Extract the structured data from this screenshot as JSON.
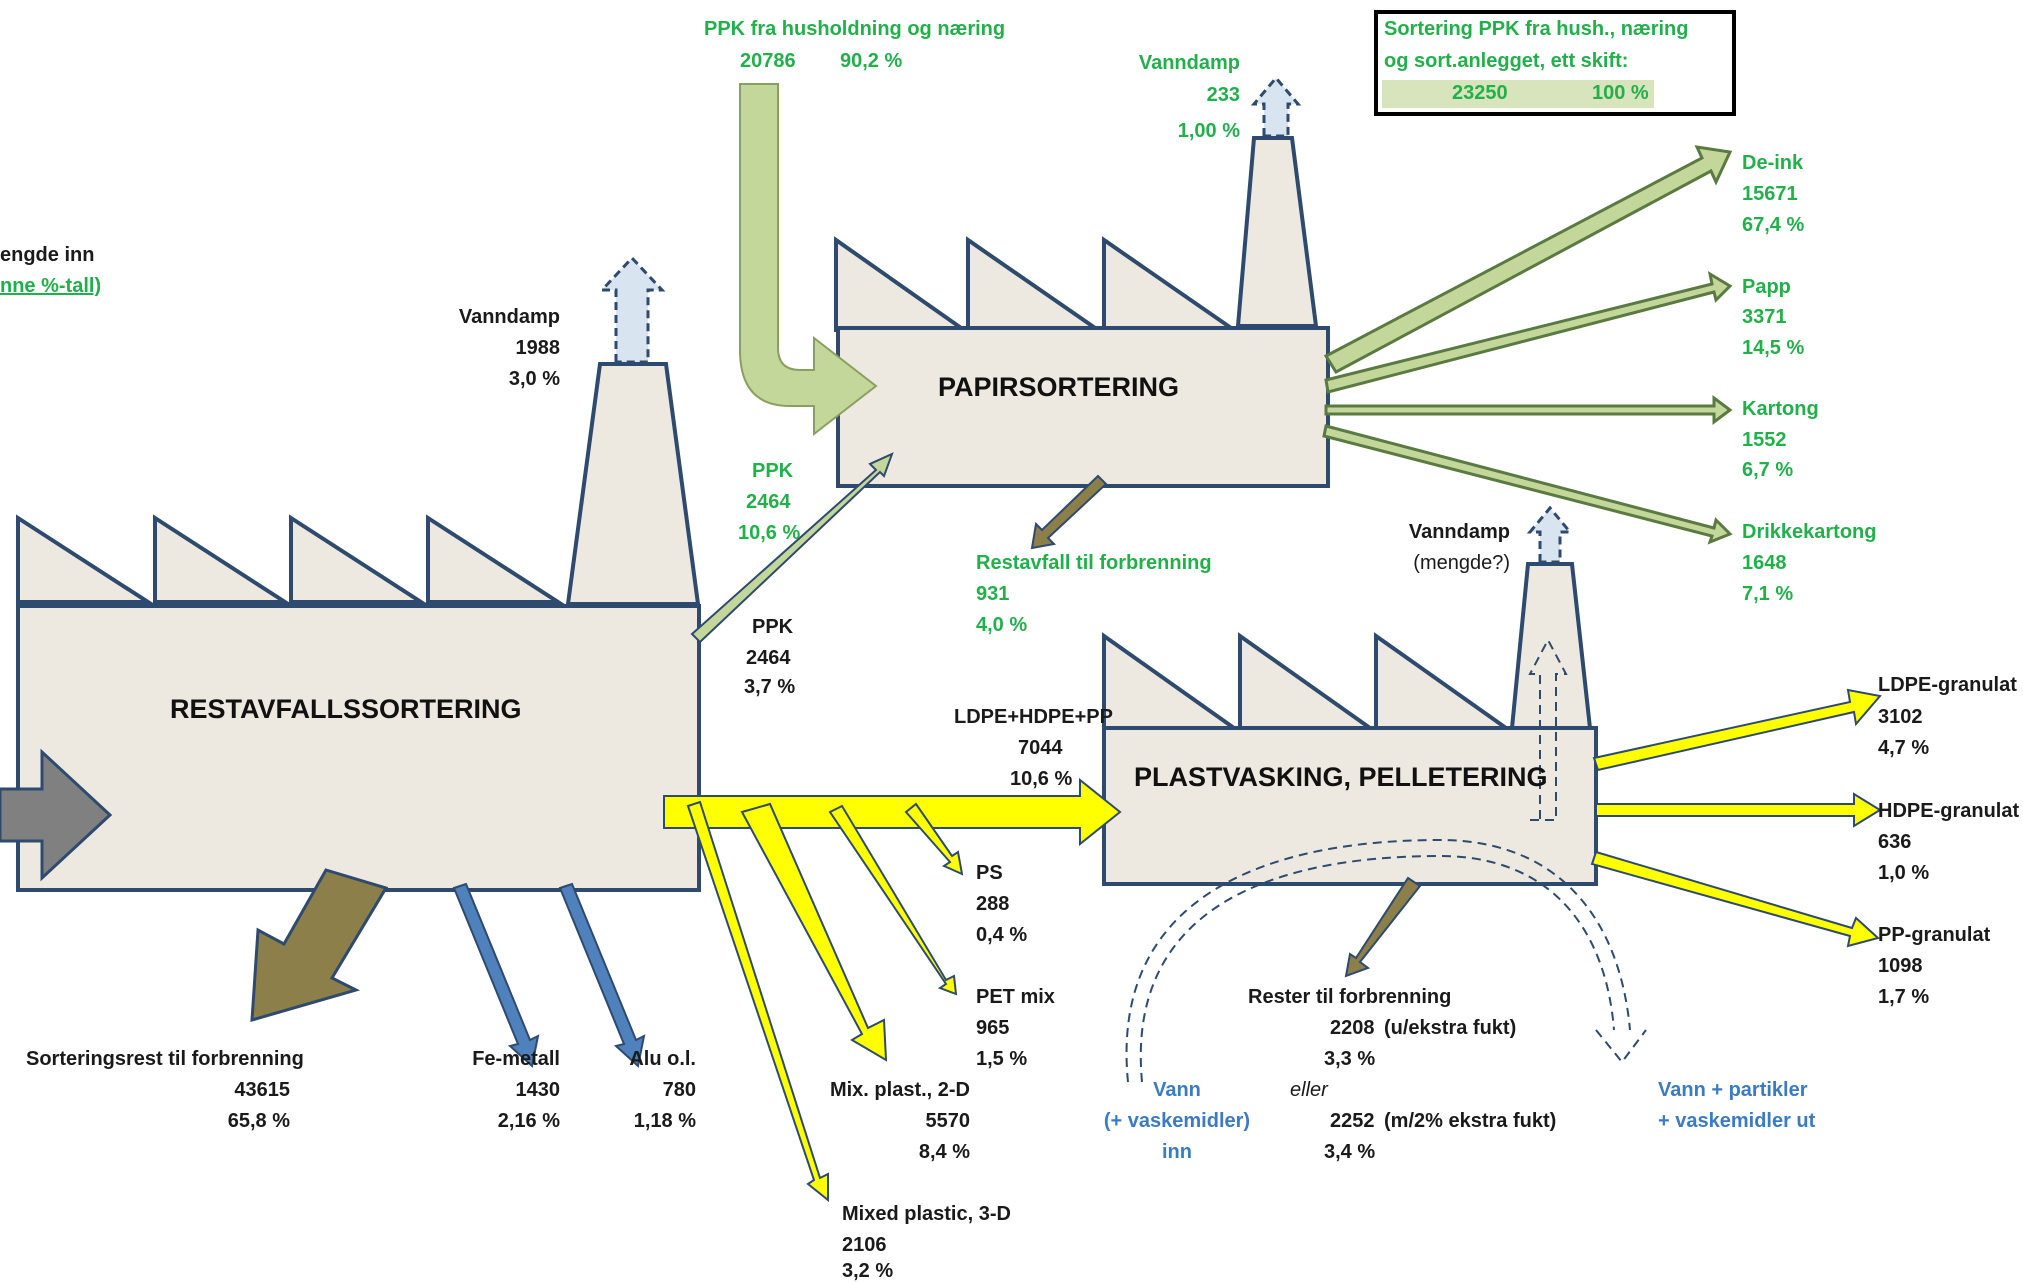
{
  "processes": {
    "restavfall": "RESTAVFALLSSORTERING",
    "papir": "PAPIRSORTERING",
    "plast": "PLASTVASKING, PELLETERING"
  },
  "legend_fragment": {
    "line1": "engde inn",
    "line2": "nne %-tall)"
  },
  "summary_box": {
    "line1": "Sortering PPK fra hush., næring",
    "line2": "og sort.anlegget, ett skift:",
    "amount": "23250",
    "percent": "100 %"
  },
  "inputs": {
    "ppk_household": {
      "label": "PPK fra husholdning og næring",
      "amount": "20786",
      "percent": "90,2 %"
    }
  },
  "vapor": {
    "restavfall": {
      "label": "Vanndamp",
      "amount": "1988",
      "percent": "3,0 %"
    },
    "papir": {
      "label": "Vanndamp",
      "amount": "233",
      "percent": "1,00 %"
    },
    "plast": {
      "label": "Vanndamp",
      "amount": "(mengde?)"
    }
  },
  "ppk_transfer": {
    "green": {
      "label": "PPK",
      "amount": "2464",
      "percent": "10,6 %"
    },
    "black": {
      "label": "PPK",
      "amount": "2464",
      "percent": "3,7 %"
    }
  },
  "paper_outputs": [
    {
      "label": "De-ink",
      "amount": "15671",
      "percent": "67,4 %"
    },
    {
      "label": "Papp",
      "amount": "3371",
      "percent": "14,5 %"
    },
    {
      "label": "Kartong",
      "amount": "1552",
      "percent": "6,7 %"
    },
    {
      "label": "Drikkekartong",
      "amount": "1648",
      "percent": "7,1 %"
    }
  ],
  "paper_residue": {
    "label": "Restavfall til forbrenning",
    "amount": "931",
    "percent": "4,0 %"
  },
  "plastic_feed": {
    "label": "LDPE+HDPE+PP",
    "amount": "7044",
    "percent": "10,6 %"
  },
  "restavfall_outputs": {
    "residue": {
      "label": "Sorteringsrest til forbrenning",
      "amount": "43615",
      "percent": "65,8 %"
    },
    "fe": {
      "label": "Fe-metall",
      "amount": "1430",
      "percent": "2,16 %"
    },
    "alu": {
      "label": "Alu o.l.",
      "amount": "780",
      "percent": "1,18 %"
    },
    "ps": {
      "label": "PS",
      "amount": "288",
      "percent": "0,4 %"
    },
    "pet": {
      "label": "PET mix",
      "amount": "965",
      "percent": "1,5 %"
    },
    "mix2d": {
      "label": "Mix. plast., 2-D",
      "amount": "5570",
      "percent": "8,4 %"
    },
    "mix3d": {
      "label": "Mixed plastic, 3-D",
      "amount": "2106",
      "percent": "3,2 %"
    }
  },
  "plastic_outputs": [
    {
      "label": "LDPE-granulat",
      "amount": "3102",
      "percent": "4,7 %"
    },
    {
      "label": "HDPE-granulat",
      "amount": "636",
      "percent": "1,0 %"
    },
    {
      "label": "PP-granulat",
      "amount": "1098",
      "percent": "1,7 %"
    }
  ],
  "plastic_residue": {
    "label": "Rester til forbrenning",
    "amount1": "2208",
    "note1": "(u/ekstra fukt)",
    "percent1": "3,3 %",
    "or": "eller",
    "amount2": "2252",
    "note2": "(m/2% ekstra fukt)",
    "percent2": "3,4 %"
  },
  "water": {
    "in_line1": "Vann",
    "in_line2": "(+ vaskemidler)",
    "in_line3": "inn",
    "out_line1": "Vann + partikler",
    "out_line2": "+ vaskemidler ut"
  },
  "colors": {
    "building_fill": "#ede9e0",
    "building_stroke": "#2e4a6e",
    "ppk_green": "#c4d79b",
    "plastic_yellow": "#ffff00",
    "residue_olive": "#8c7f4a",
    "metal_blue": "#4f81bd",
    "grey_input": "#808080",
    "vapor_fill": "#d9e4f1",
    "text_green": "#22b04b",
    "text_blue": "#3a7bc4",
    "summary_fill": "#d8e4bc"
  }
}
